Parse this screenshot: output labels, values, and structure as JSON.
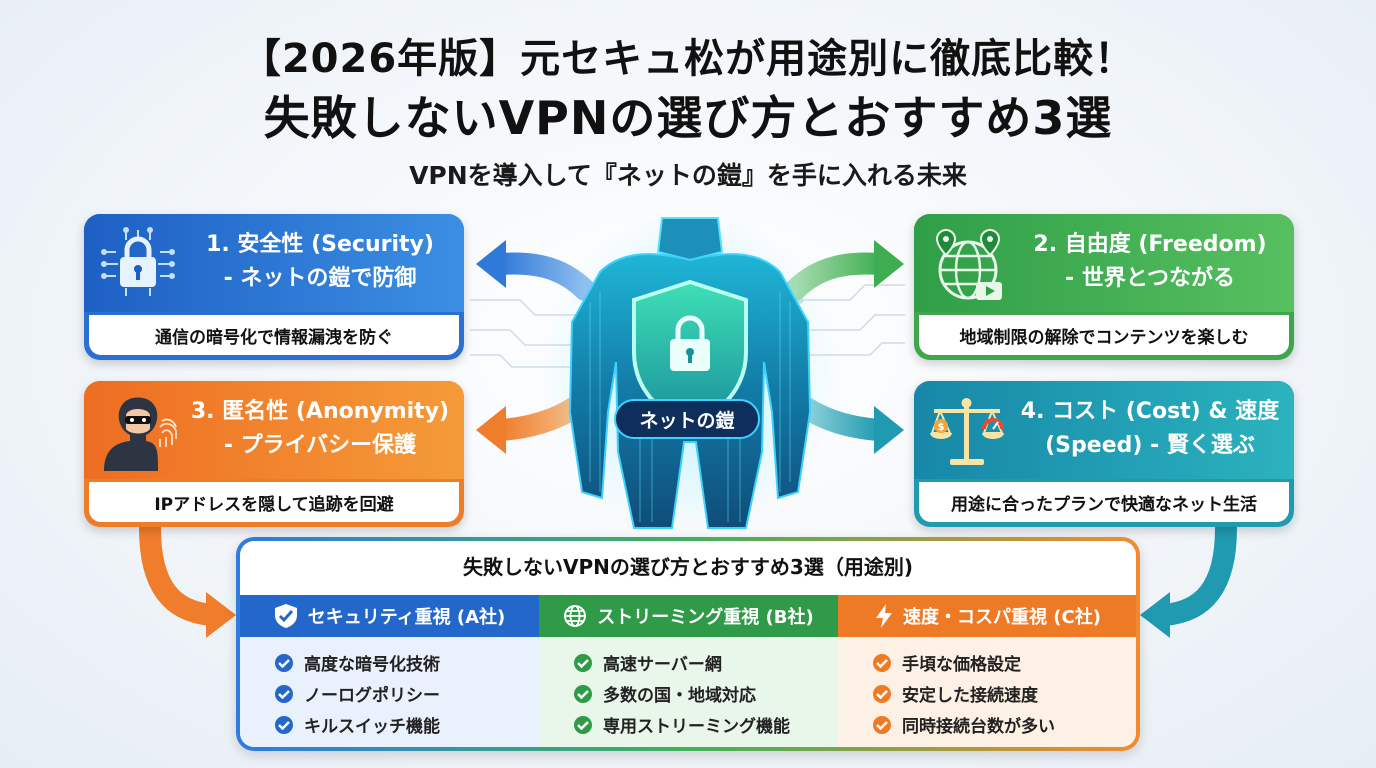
{
  "header": {
    "title_line1": "【2026年版】元セキュ松が用途別に徹底比較！",
    "title_line2": "失敗しないVPNの選び方とおすすめ3選",
    "subtitle": "VPNを導入して『ネットの鎧』を手に入れる未来"
  },
  "center": {
    "armor_label": "ネットの鎧"
  },
  "cards": {
    "security": {
      "line1": "1. 安全性 (Security)",
      "line2": "- ネットの鎧で防御",
      "footer": "通信の暗号化で情報漏洩を防ぐ",
      "icon": "padlock-circuit-icon",
      "color": "#2a6fd1"
    },
    "freedom": {
      "line1": "2. 自由度 (Freedom)",
      "line2": "- 世界とつながる",
      "footer": "地域制限の解除でコンテンツを楽しむ",
      "icon": "globe-map-pin-icon",
      "color": "#3fa64d"
    },
    "anonymity": {
      "line1": "3. 匿名性 (Anonymity)",
      "line2": "- プライバシー保護",
      "footer": "IPアドレスを隠して追跡を回避",
      "icon": "hooded-hacker-icon",
      "color": "#ee7d2a"
    },
    "cost": {
      "line1": "4. コスト (Cost) & 速度",
      "line2": "(Speed) - 賢く選ぶ",
      "footer": "用途に合ったプランで快適なネット生活",
      "icon": "balance-scale-icon",
      "color": "#1f9ab1"
    }
  },
  "comparison": {
    "title": "失敗しないVPNの選び方とおすすめ3選（用途別)",
    "columns": [
      {
        "header": "セキュリティ重視 (A社)",
        "icon": "shield-check-icon",
        "color": "#2267c9",
        "features": [
          "高度な暗号化技術",
          "ノーログポリシー",
          "キルスイッチ機能"
        ]
      },
      {
        "header": "ストリーミング重視 (B社)",
        "icon": "globe-icon",
        "color": "#2f9a48",
        "features": [
          "高速サーバー網",
          "多数の国・地域対応",
          "専用ストリーミング機能"
        ]
      },
      {
        "header": "速度・コスパ重視 (C社)",
        "icon": "lightning-icon",
        "color": "#ee7a26",
        "features": [
          "手頃な価格設定",
          "安定した接続速度",
          "同時接続台数が多い"
        ]
      }
    ]
  }
}
